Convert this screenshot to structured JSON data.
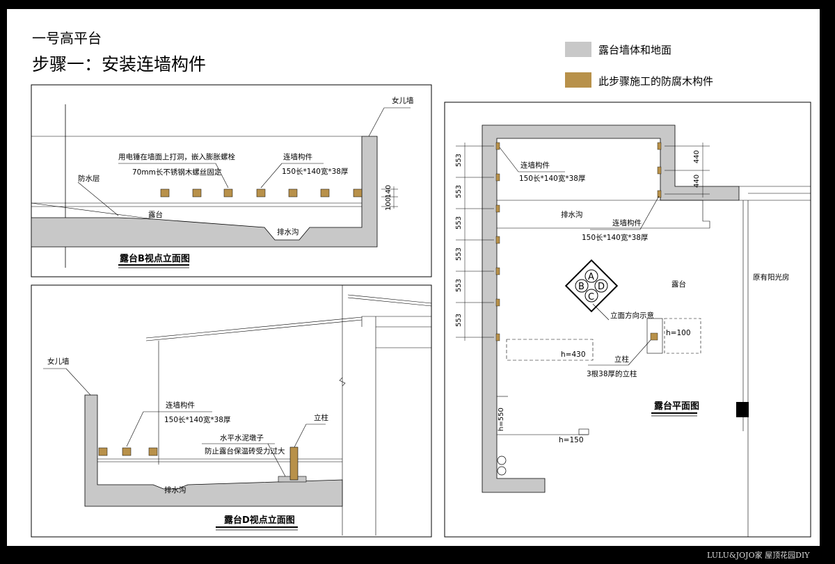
{
  "header": {
    "title": "一号高平台",
    "subtitle": "步骤一：安装连墙构件"
  },
  "legend": {
    "items": [
      {
        "label": "露台墙体和地面",
        "color": "#c8c8c8"
      },
      {
        "label": "此步骤施工的防腐木构件",
        "color": "#b8914a"
      }
    ]
  },
  "colors": {
    "wall": "#c8c8c8",
    "wood": "#b8914a",
    "wall_dark": "#000000"
  },
  "panel_b": {
    "caption": "露台B视点立面图",
    "parapet": "女儿墙",
    "drill_note_1": "用电锤在墙面上打洞，嵌入膨胀螺栓",
    "drill_note_2": "70mm长不锈钢木螺丝固定",
    "connector_title": "连墙构件",
    "connector_spec": "150长*140宽*38厚",
    "waterproof": "防水层",
    "terrace": "露台",
    "drain": "排水沟",
    "dim_140": "140",
    "dim_100": "100"
  },
  "panel_d": {
    "caption": "露台D视点立面图",
    "parapet": "女儿墙",
    "connector_title": "连墙构件",
    "connector_spec": "150长*140宽*38厚",
    "post": "立柱",
    "pad_note_1": "水平水泥墩子",
    "pad_note_2": "防止露台保温砖受力过大",
    "drain": "排水沟"
  },
  "plan": {
    "caption": "露台平面图",
    "connector_title": "连墙构件",
    "connector_spec": "150长*140宽*38厚",
    "connector_title_2": "连墙构件",
    "connector_spec_2": "150长*140宽*38厚",
    "drain": "排水沟",
    "terrace": "露台",
    "sunroom": "原有阳光房",
    "compass": {
      "a": "A",
      "b": "B",
      "c": "C",
      "d": "D"
    },
    "compass_note": "立面方向示意",
    "h100": "h=100",
    "h430": "h=430",
    "h550": "h=550",
    "h150": "h=150",
    "post": "立柱",
    "post_spec": "3根38厚的立柱",
    "dim_553": "553",
    "dim_440": "440"
  },
  "footer": {
    "text": "LULU&JOJO家  屋顶花园DIY"
  }
}
